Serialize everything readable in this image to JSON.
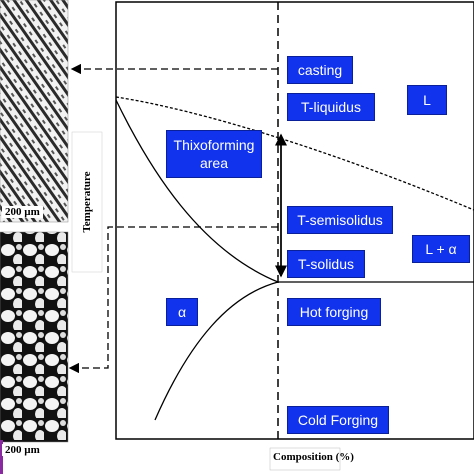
{
  "micro_top": {
    "scale_label": "200 µm"
  },
  "micro_bottom": {
    "scale_label": "200 µm"
  },
  "axes": {
    "ylabel": "Temperature",
    "xlabel": "Composition (%)"
  },
  "labels": {
    "casting": "casting",
    "t_liquidus": "T-liquidus",
    "thixoforming_line1": "Thixoforming",
    "thixoforming_line2": "area",
    "t_semisolidus": "T-semisolidus",
    "t_solidus": "T-solidus",
    "l": "L",
    "l_alpha": "L + α",
    "alpha": "α",
    "hot_forging": "Hot forging",
    "cold_forging": "Cold Forging"
  },
  "colors": {
    "label_fill": "#1133ee",
    "label_text": "#ffffff",
    "line": "#000000"
  }
}
